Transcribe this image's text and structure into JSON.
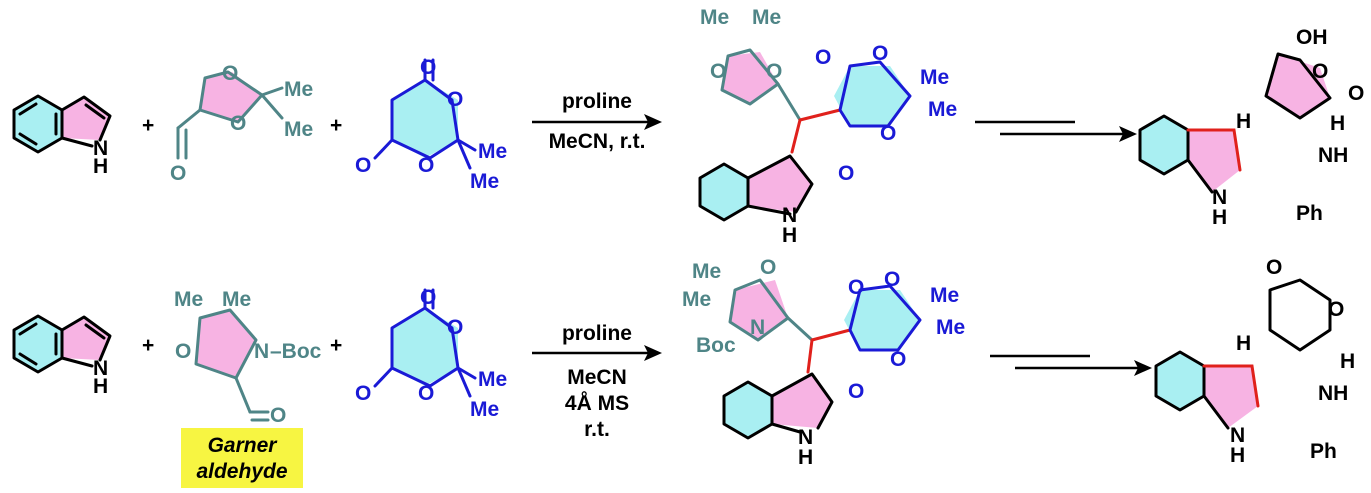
{
  "colors": {
    "black": "#000000",
    "teal": "#4f8587",
    "blue": "#1a1ad6",
    "red": "#e0211c",
    "cyan_fill": "#a9eff2",
    "pink_fill": "#f7b3e3",
    "highlight": "#f7f542"
  },
  "row1": {
    "plus": "+",
    "indole": {
      "nh_label": "N",
      "h_label": "H"
    },
    "aldehyde": {
      "o1": "O",
      "o2": "O",
      "me1": "Me",
      "me2": "Me",
      "cho_o": "O"
    },
    "meldrum": {
      "o_top": "O",
      "o_ring1": "O",
      "o_ring2": "O",
      "o_bottom": "O",
      "me1": "Me",
      "me2": "Me"
    },
    "conditions": {
      "line1": "proline",
      "line2": "MeCN, r.t."
    },
    "adduct": {
      "me1": "Me",
      "me2": "Me",
      "o1": "O",
      "o2": "O",
      "m_o_top": "O",
      "m_o1": "O",
      "m_o2": "O",
      "m_o_bottom": "O",
      "m_me1": "Me",
      "m_me2": "Me",
      "nh_n": "N",
      "nh_h": "H"
    },
    "product": {
      "oh": "OH",
      "o_ring": "O",
      "o_carbonyl": "O",
      "h1": "H",
      "h2": "H",
      "nh": "NH",
      "n": "N",
      "h_n": "H",
      "ph": "Ph"
    }
  },
  "row2": {
    "plus": "+",
    "indole": {
      "nh_label": "N",
      "h_label": "H"
    },
    "garner": {
      "me1": "Me",
      "me2": "Me",
      "o": "O",
      "n_boc": "N",
      "boc": "–Boc",
      "cho_o": "O",
      "caption_line1": "Garner",
      "caption_line2": "aldehyde"
    },
    "meldrum": {
      "o_top": "O",
      "o_ring1": "O",
      "o_ring2": "O",
      "o_bottom": "O",
      "me1": "Me",
      "me2": "Me"
    },
    "conditions": {
      "line1": "proline",
      "line2": "MeCN",
      "line3": "4Å MS",
      "line4": "r.t."
    },
    "adduct": {
      "me1": "Me",
      "me2": "Me",
      "o": "O",
      "n": "N",
      "boc": "Boc",
      "m_o_top": "O",
      "m_o1": "O",
      "m_o2": "O",
      "m_o_bottom": "O",
      "m_me1": "Me",
      "m_me2": "Me",
      "nh_n": "N",
      "nh_h": "H"
    },
    "product": {
      "o_carbonyl": "O",
      "o_ring": "O",
      "h1": "H",
      "h2": "H",
      "nh": "NH",
      "n": "N",
      "h_n": "H",
      "ph": "Ph"
    }
  }
}
